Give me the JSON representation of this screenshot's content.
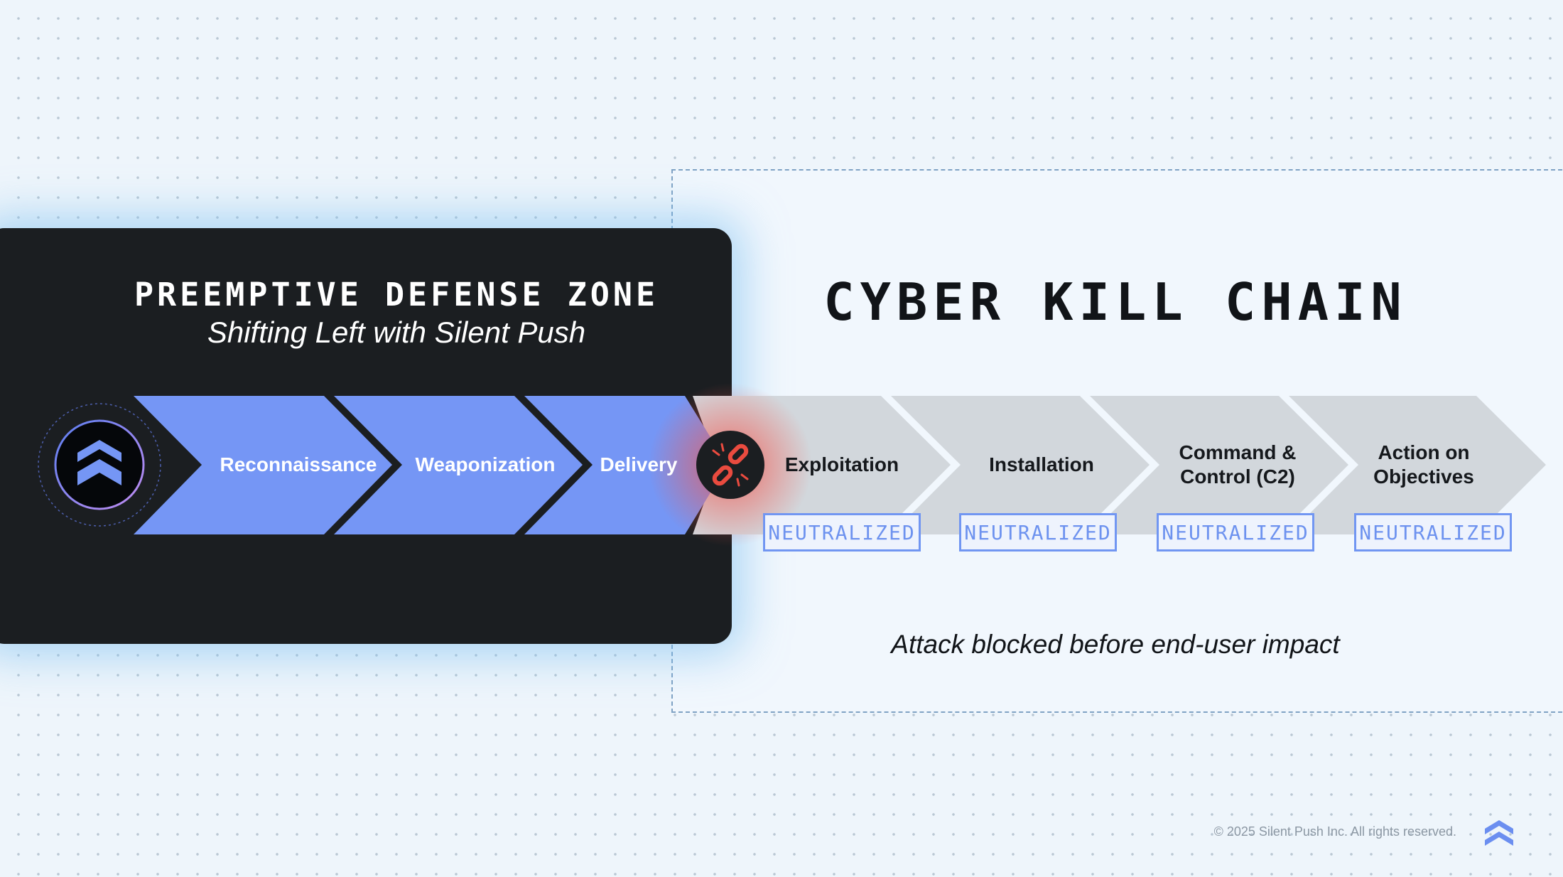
{
  "defense_zone": {
    "title": "PREEMPTIVE DEFENSE ZONE",
    "subtitle": "Shifting Left with Silent Push",
    "stages": [
      {
        "label": "Reconnaissance"
      },
      {
        "label": "Weaponization"
      },
      {
        "label": "Delivery"
      }
    ],
    "logo_icon": "silent-push-chevrons-icon",
    "break_icon": "broken-link-icon"
  },
  "kill_chain": {
    "title": "CYBER KILL CHAIN",
    "stages": [
      {
        "label": "Exploitation",
        "badge": "NEUTRALIZED"
      },
      {
        "label": "Installation",
        "badge": "NEUTRALIZED"
      },
      {
        "label": "Command &\nControl (C2)",
        "badge": "NEUTRALIZED"
      },
      {
        "label": "Action on\nObjectives",
        "badge": "NEUTRALIZED"
      }
    ],
    "caption": "Attack blocked before end-user impact"
  },
  "footer": {
    "copyright": "© 2025 Silent Push Inc. All rights reserved.",
    "logo_icon": "silent-push-chevrons-icon"
  },
  "colors": {
    "panel": "#1b1e21",
    "active_stage": "#7596f5",
    "neutralized_stage": "#d2d7dc",
    "badge": "#7196f2",
    "alert": "#e2453a"
  }
}
